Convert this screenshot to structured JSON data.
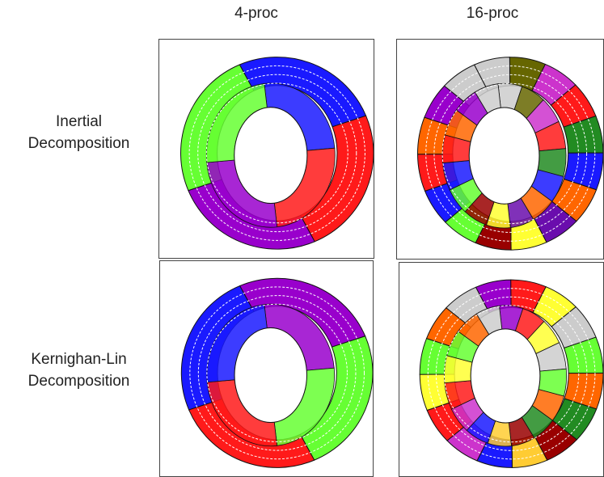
{
  "columns": [
    "4-proc",
    "16-proc"
  ],
  "rows": [
    {
      "line1": "Inertial",
      "line2": "Decomposition"
    },
    {
      "line1": "Kernighan-Lin",
      "line2": "Decomposition"
    }
  ],
  "colors": {
    "blue": "#1a1aff",
    "red": "#ff1a1a",
    "purple": "#9900cc",
    "green": "#66ff33",
    "violet": "#6a0dad",
    "orange": "#ff6600",
    "yellow": "#ffff33",
    "olive": "#666600",
    "grey": "#cccccc",
    "darkgreen": "#228b22",
    "magenta": "#cc33cc",
    "maroon": "#990000",
    "gold": "#ffcc33"
  },
  "panels": [
    {
      "id": "inertial-4proc",
      "segments": [
        "blue",
        "red",
        "purple",
        "green"
      ]
    },
    {
      "id": "inertial-16proc",
      "segments": [
        "grey",
        "olive",
        "magenta",
        "red",
        "darkgreen",
        "blue",
        "orange",
        "violet",
        "yellow",
        "maroon",
        "green",
        "blue",
        "red",
        "orange",
        "purple",
        "grey"
      ]
    },
    {
      "id": "kl-4proc",
      "segments": [
        "purple",
        "green",
        "red",
        "blue"
      ]
    },
    {
      "id": "kl-16proc",
      "segments": [
        "purple",
        "red",
        "yellow",
        "grey",
        "green",
        "orange",
        "darkgreen",
        "maroon",
        "gold",
        "blue",
        "magenta",
        "red",
        "yellow",
        "green",
        "orange",
        "grey"
      ]
    }
  ]
}
